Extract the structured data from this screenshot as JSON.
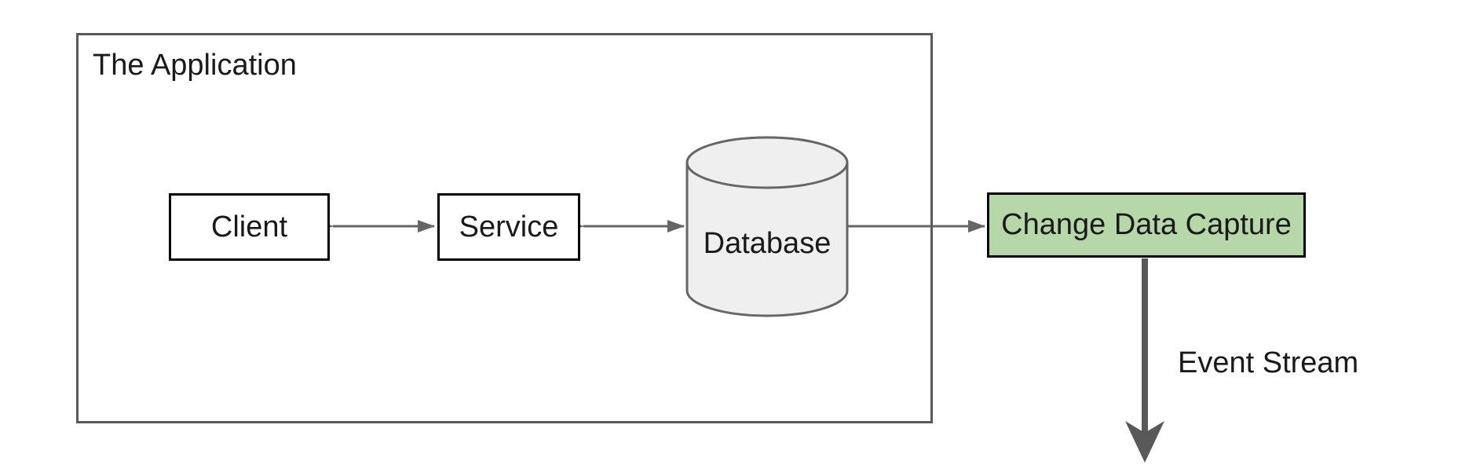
{
  "diagram": {
    "type": "architecture-diagram",
    "background": "#ffffff",
    "container": {
      "title": "The Application",
      "border_color": "#595959"
    },
    "nodes": [
      {
        "id": "client",
        "label": "Client",
        "shape": "rectangle",
        "fill": "#ffffff",
        "border": "#000000"
      },
      {
        "id": "service",
        "label": "Service",
        "shape": "rectangle",
        "fill": "#ffffff",
        "border": "#000000"
      },
      {
        "id": "database",
        "label": "Database",
        "shape": "cylinder",
        "fill": "#efefef",
        "border": "#666666"
      },
      {
        "id": "cdc",
        "label": "Change Data Capture",
        "shape": "rectangle",
        "fill": "#b6d7a8",
        "border": "#000000"
      }
    ],
    "edges": [
      {
        "from": "client",
        "to": "service",
        "direction": "bidirectional"
      },
      {
        "from": "service",
        "to": "database",
        "direction": "bidirectional"
      },
      {
        "from": "database",
        "to": "cdc",
        "direction": "forward"
      },
      {
        "from": "cdc",
        "to": "event-stream",
        "direction": "down",
        "label": "Event Stream",
        "style": "thick"
      }
    ],
    "labels": {
      "event_stream": "Event Stream"
    },
    "colors": {
      "arrow": "#666666",
      "thick_arrow": "#595959",
      "text": "#1a1a1a"
    }
  }
}
